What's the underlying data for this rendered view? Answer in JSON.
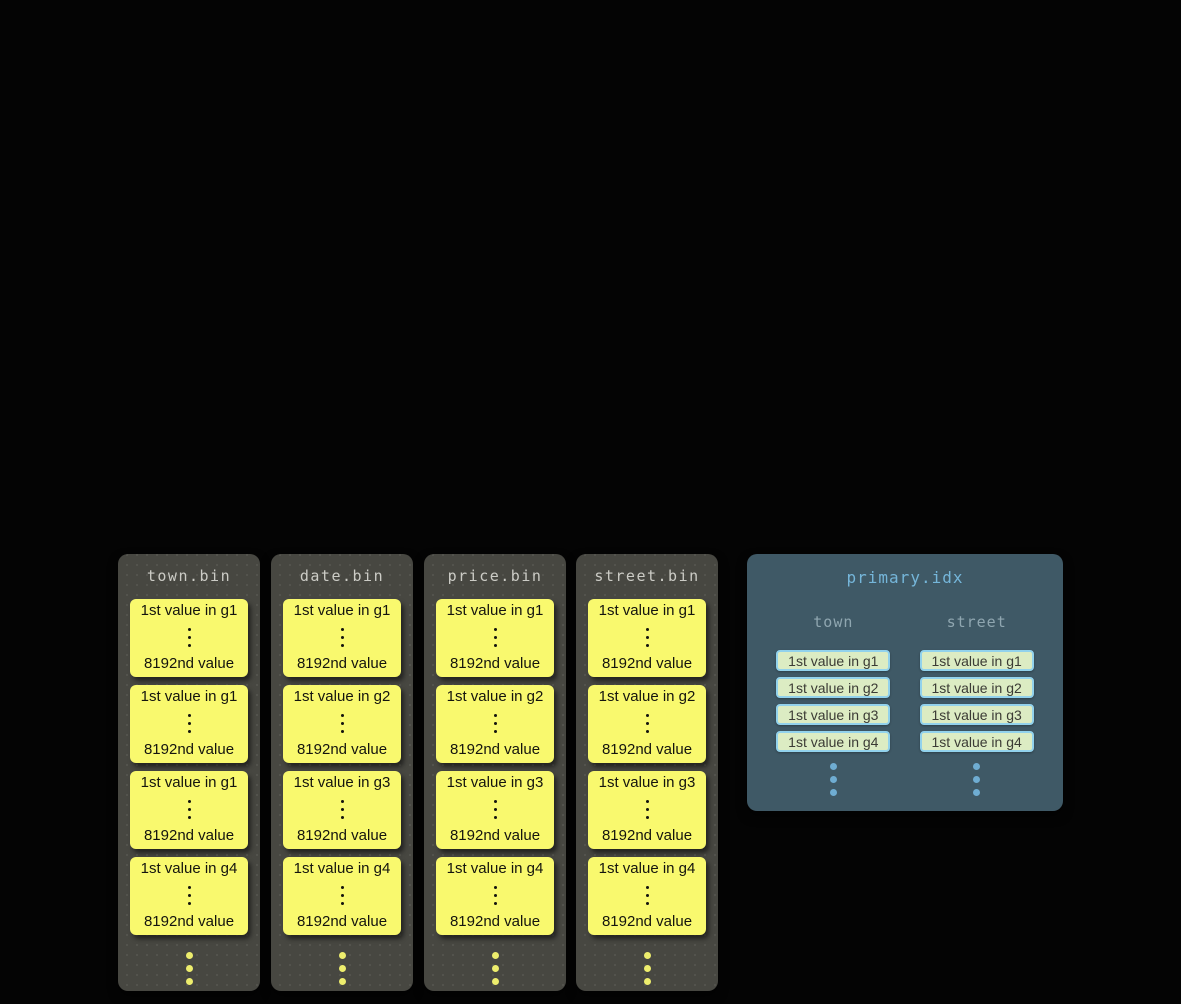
{
  "colors": {
    "page_background": "#040404",
    "bin_panel_background": "#474741",
    "bin_title_text": "#ccccc6",
    "block_background": "#f9f96e",
    "block_text": "#14140e",
    "yellow_dots": "#eded6d",
    "index_panel_background": "#3f5966",
    "index_title_text": "#75b6da",
    "index_header_text": "#8fa6b0",
    "pill_background": "#dcecc3",
    "pill_border": "#92d2ec",
    "pill_text": "#3b3b35",
    "blue_dots": "#6fadd2"
  },
  "bin_files": [
    {
      "title": "town.bin",
      "blocks": [
        {
          "first": "1st value in g1",
          "last": "8192nd value"
        },
        {
          "first": "1st value in g1",
          "last": "8192nd value"
        },
        {
          "first": "1st value in g1",
          "last": "8192nd value"
        },
        {
          "first": "1st value in g4",
          "last": "8192nd value"
        }
      ]
    },
    {
      "title": "date.bin",
      "blocks": [
        {
          "first": "1st value in g1",
          "last": "8192nd value"
        },
        {
          "first": "1st value in g2",
          "last": "8192nd value"
        },
        {
          "first": "1st value in g3",
          "last": "8192nd value"
        },
        {
          "first": "1st value in g4",
          "last": "8192nd value"
        }
      ]
    },
    {
      "title": "price.bin",
      "blocks": [
        {
          "first": "1st value in g1",
          "last": "8192nd value"
        },
        {
          "first": "1st value in g2",
          "last": "8192nd value"
        },
        {
          "first": "1st value in g3",
          "last": "8192nd value"
        },
        {
          "first": "1st value in g4",
          "last": "8192nd value"
        }
      ]
    },
    {
      "title": "street.bin",
      "blocks": [
        {
          "first": "1st value in g1",
          "last": "8192nd value"
        },
        {
          "first": "1st value in g2",
          "last": "8192nd value"
        },
        {
          "first": "1st value in g3",
          "last": "8192nd value"
        },
        {
          "first": "1st value in g4",
          "last": "8192nd value"
        }
      ]
    }
  ],
  "index_file": {
    "title": "primary.idx",
    "columns": [
      {
        "name": "town",
        "entries": [
          "1st value in g1",
          "1st value in g2",
          "1st value in g3",
          "1st value in g4"
        ]
      },
      {
        "name": "street",
        "entries": [
          "1st value in g1",
          "1st value in g2",
          "1st value in g3",
          "1st value in g4"
        ]
      }
    ]
  }
}
